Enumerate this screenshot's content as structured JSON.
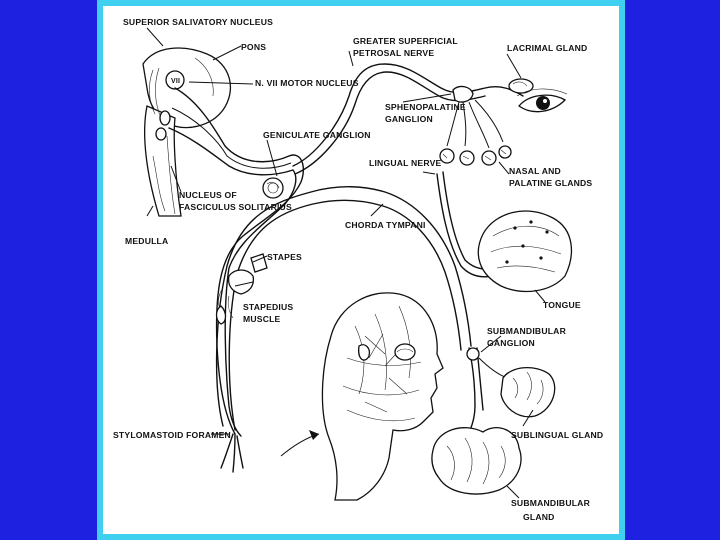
{
  "colors": {
    "background": "#1e22e0",
    "frame_border": "#3fd0f0",
    "panel": "#ffffff",
    "ink": "#111111"
  },
  "labels": {
    "superior_salivatory_nucleus": "SUPERIOR SALIVATORY NUCLEUS",
    "pons": "PONS",
    "n7_motor_nucleus": "N. VII MOTOR NUCLEUS",
    "greater_superficial_petrosal_nerve_1": "GREATER SUPERFICIAL",
    "greater_superficial_petrosal_nerve_2": "PETROSAL NERVE",
    "lacrimal_gland": "LACRIMAL GLAND",
    "sphenopalatine_ganglion_1": "SPHENOPALATINE",
    "sphenopalatine_ganglion_2": "GANGLION",
    "geniculate_ganglion": "GENICULATE GANGLION",
    "lingual_nerve": "LINGUAL NERVE",
    "nasal_palatine_glands_1": "NASAL AND",
    "nasal_palatine_glands_2": "PALATINE GLANDS",
    "nucleus_fasciculus_solitarius_1": "NUCLEUS OF",
    "nucleus_fasciculus_solitarius_2": "FASCICULUS SOLITARIUS",
    "medulla": "MEDULLA",
    "chorda_tympani": "CHORDA TYMPANI",
    "stapes": "STAPES",
    "tongue": "TONGUE",
    "stapedius_muscle_1": "STAPEDIUS",
    "stapedius_muscle_2": "MUSCLE",
    "submandibular_ganglion_1": "SUBMANDIBULAR",
    "submandibular_ganglion_2": "GANGLION",
    "stylomastoid_foramen": "STYLOMASTOID FORAMEN",
    "sublingual_gland": "SUBLINGUAL GLAND",
    "submandibular_gland_1": "SUBMANDIBULAR",
    "submandibular_gland_2": "GLAND",
    "pons_numeral": "VII"
  }
}
